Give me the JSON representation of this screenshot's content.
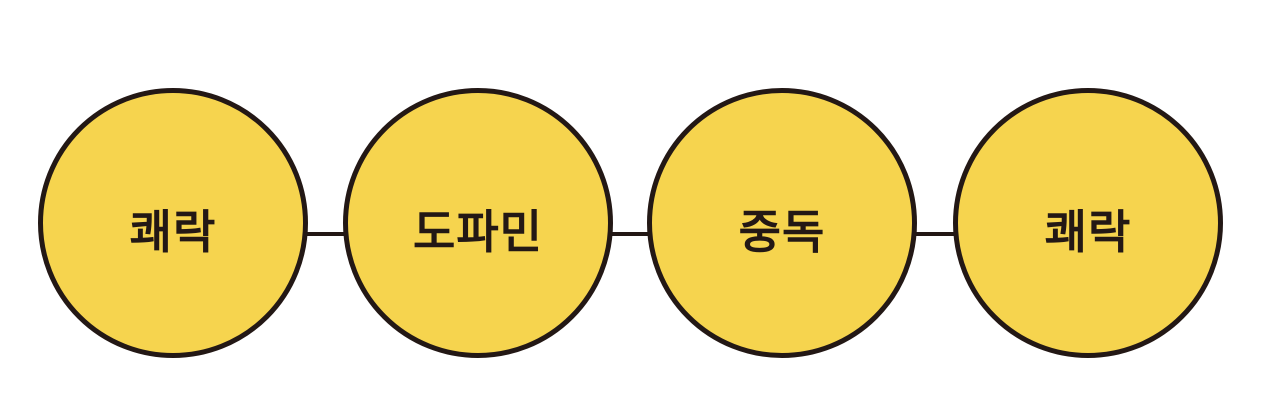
{
  "diagram": {
    "type": "chain",
    "colors": {
      "fill": "#F6D44E",
      "stroke": "#231815",
      "text": "#231815"
    },
    "nodes": [
      {
        "label": "쾌락"
      },
      {
        "label": "도파민"
      },
      {
        "label": "중독"
      },
      {
        "label": "쾌락"
      }
    ]
  }
}
